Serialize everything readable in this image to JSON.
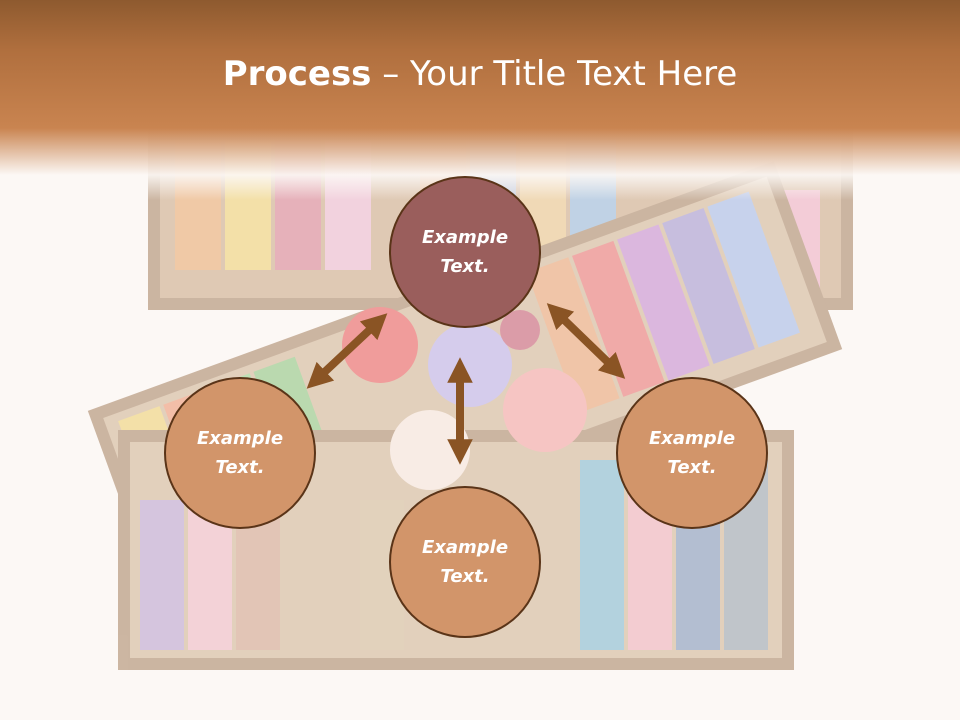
{
  "title": {
    "bold": "Process",
    "rest": " – Your Title Text Here"
  },
  "nodes": {
    "center": {
      "text": "Example Text."
    },
    "left": {
      "text": "Example Text."
    },
    "right": {
      "text": "Example Text."
    },
    "bottom": {
      "text": "Example Text."
    }
  },
  "colors": {
    "header": "#c98450",
    "center_node": "#9a5e5c",
    "outer_node": "#d2956a",
    "arrow": "#8a5424",
    "node_border": "#5a3418"
  }
}
